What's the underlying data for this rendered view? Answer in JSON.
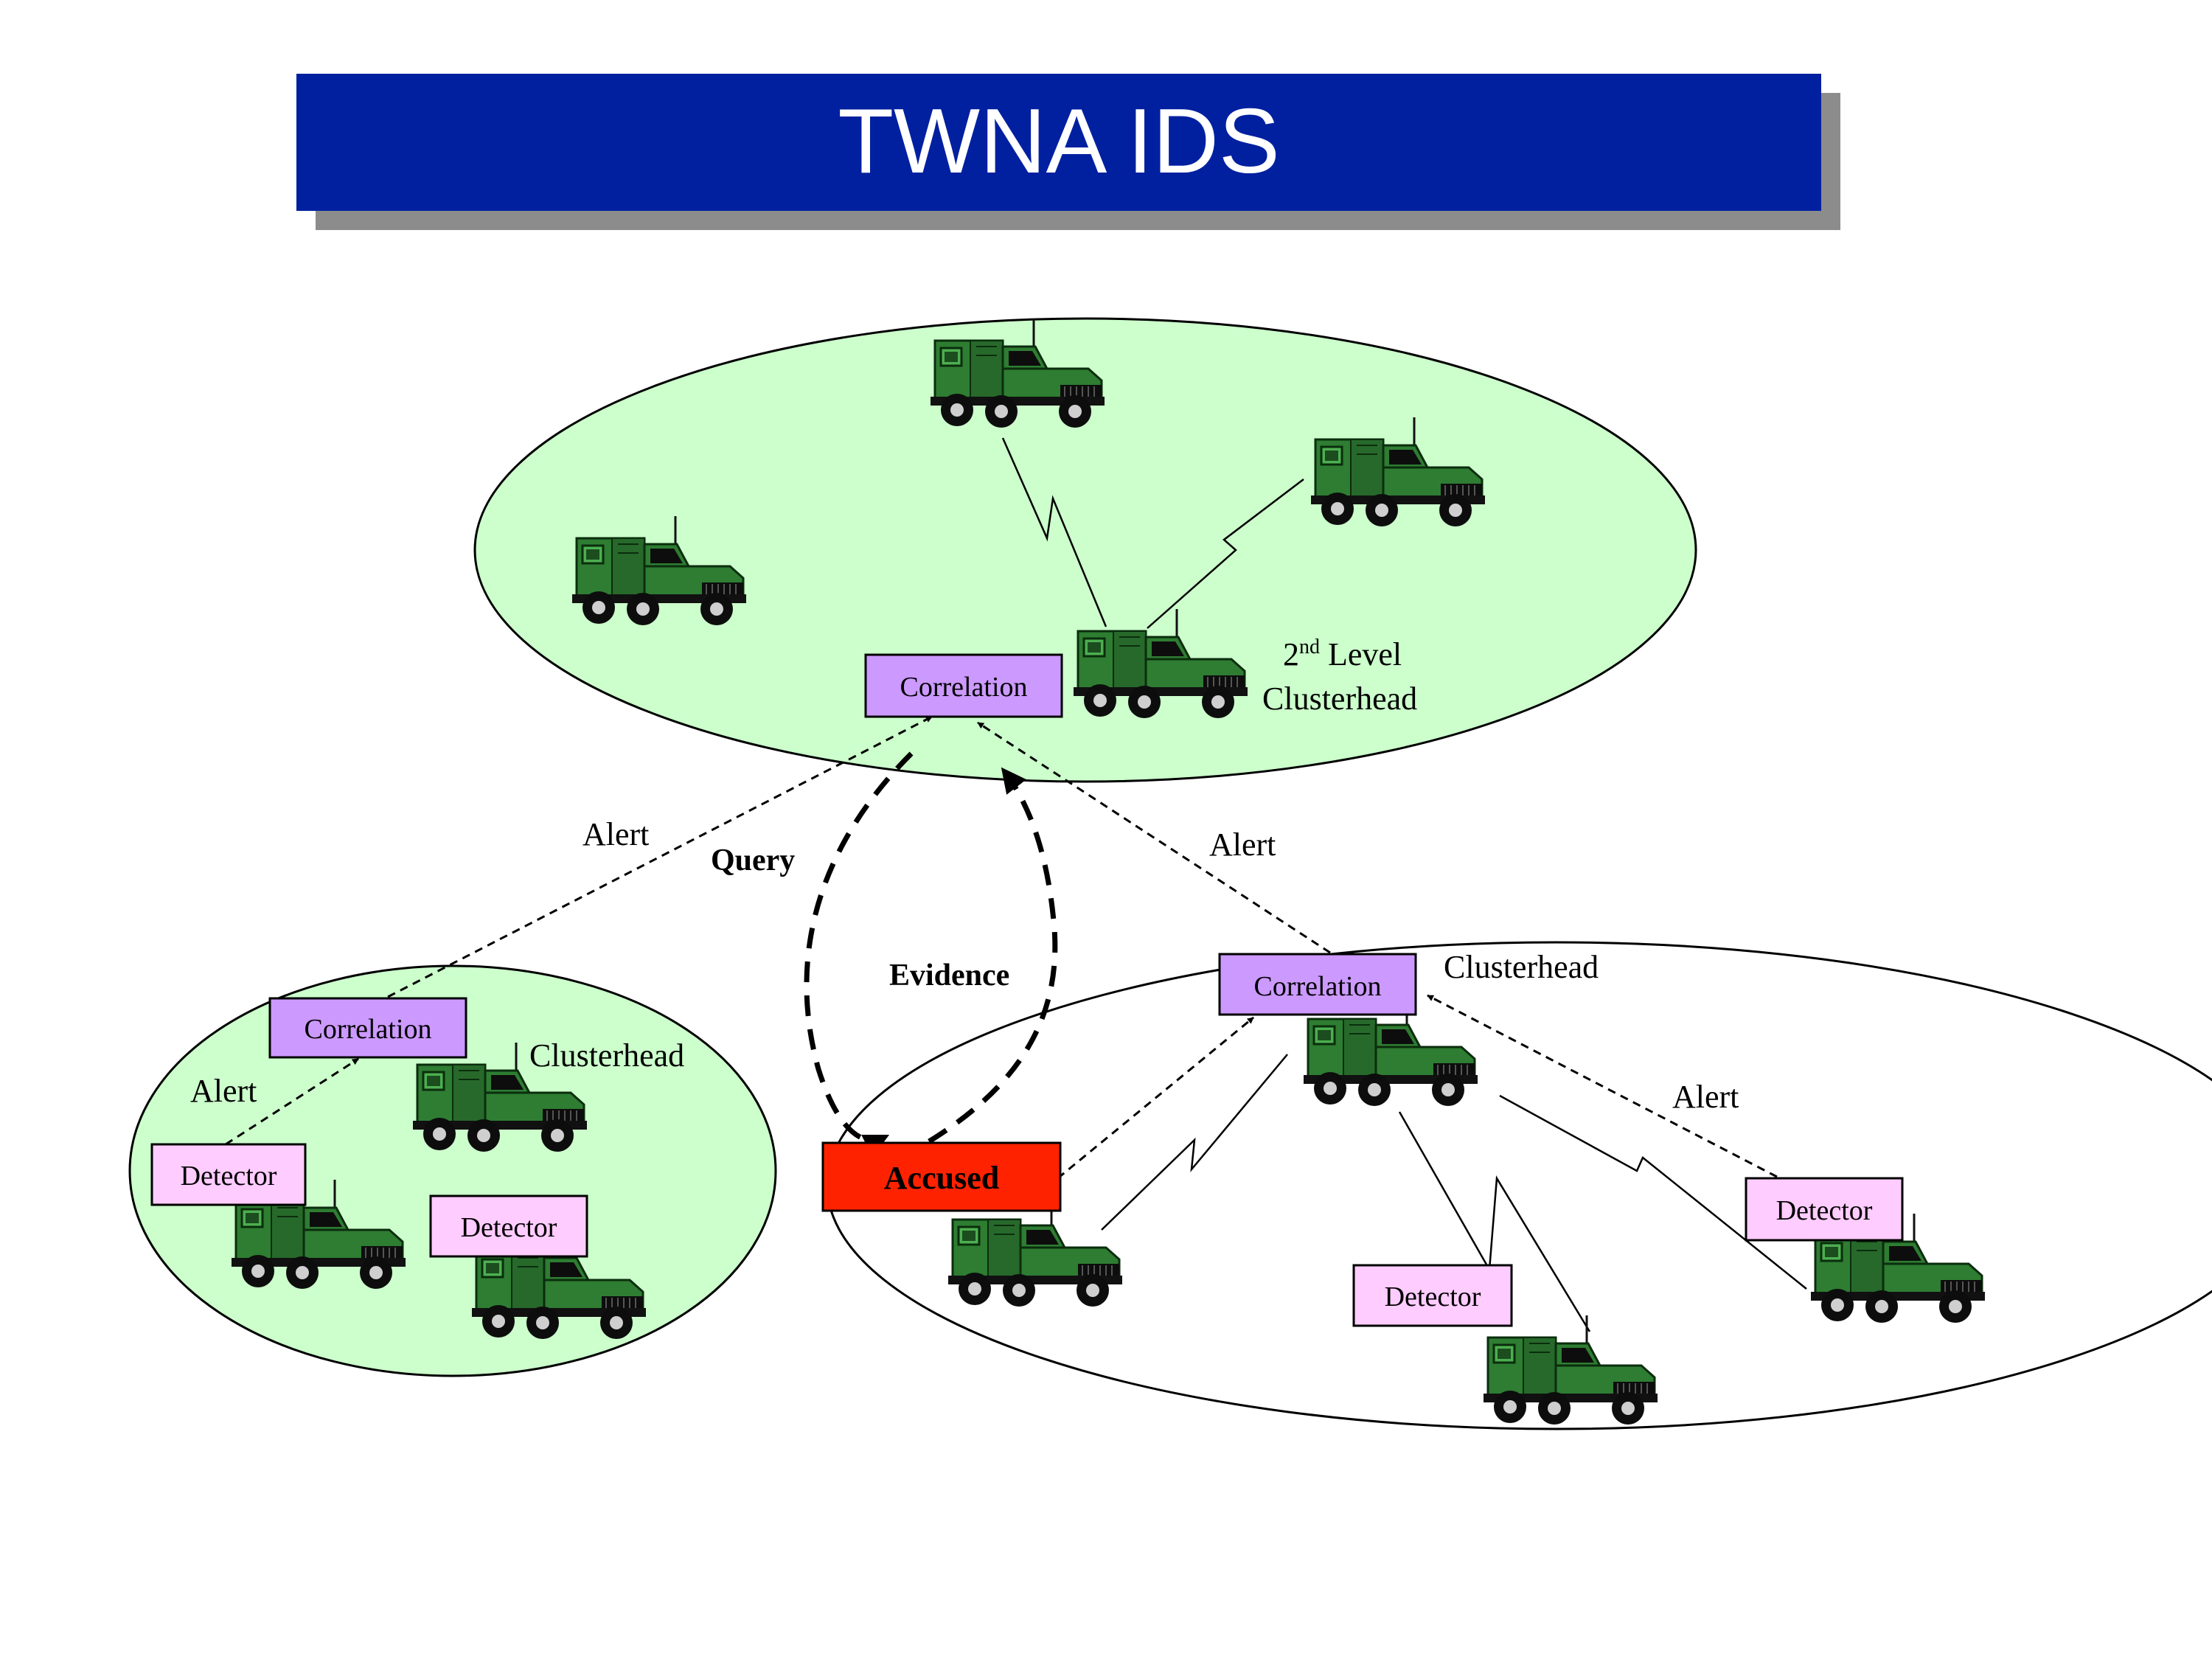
{
  "title": "TWNA IDS",
  "colors": {
    "title_bar": "#0020A0",
    "title_shadow": "#8C8C8C",
    "cluster_fill": "#CCFFCC",
    "correlation_fill": "#CC99FF",
    "detector_fill": "#FFCCFF",
    "accused_fill": "#FF2200",
    "vehicle_body": "#2E7D32",
    "vehicle_dark": "#101010"
  },
  "top_cluster": {
    "correlation_label": "Correlation",
    "clusterhead_label_line1_main": "2",
    "clusterhead_label_line1_sup": "nd",
    "clusterhead_label_line1_rest": " Level",
    "clusterhead_label_line2": "Clusterhead"
  },
  "left_cluster": {
    "correlation_label": "Correlation",
    "clusterhead_label": "Clusterhead",
    "alert_label": "Alert",
    "detector_1_label": "Detector",
    "detector_2_label": "Detector"
  },
  "right_cluster": {
    "correlation_label": "Correlation",
    "clusterhead_label": "Clusterhead",
    "alert_label": "Alert",
    "accused_label": "Accused",
    "detector_1_label": "Detector",
    "detector_2_label": "Detector"
  },
  "links": {
    "left_alert_label": "Alert",
    "right_alert_label": "Alert",
    "query_label": "Query",
    "evidence_label": "Evidence"
  },
  "icons": {
    "vehicle": "military-humvee-icon"
  }
}
